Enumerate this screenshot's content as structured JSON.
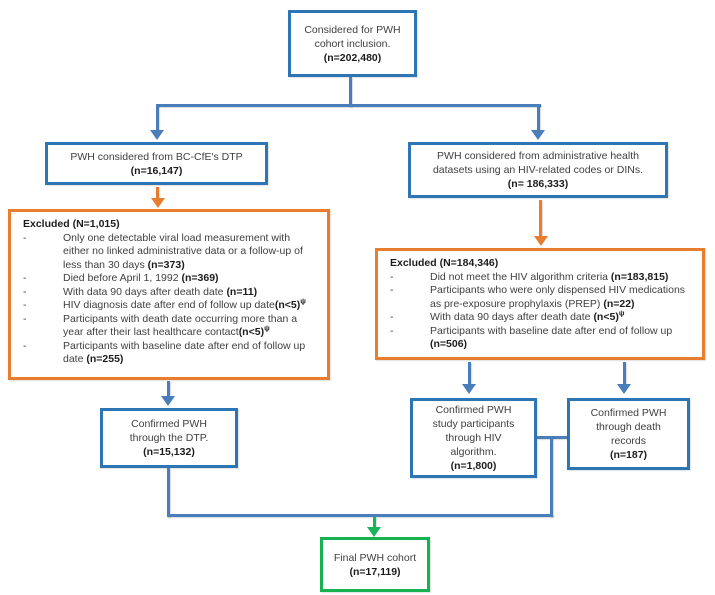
{
  "colors": {
    "box_blue": "#2E75B6",
    "line_blue": "#4A7EBB",
    "orange": "#E87D2E",
    "green": "#17B152",
    "text": "#404040"
  },
  "figure": {
    "bullet": "-",
    "nodes": {
      "top": {
        "lines": [
          "Considered for PWH",
          "cohort inclusion."
        ],
        "n": "(n=202,480)"
      },
      "branch_dtp": {
        "lines": [
          "PWH considered from BC-CfE's DTP"
        ],
        "n": "(n=16,147)"
      },
      "branch_admin": {
        "lines": [
          "PWH considered from administrative health",
          "datasets using an HIV-related codes or DINs."
        ],
        "n": "(n= 186,333)"
      },
      "excluded_dtp": {
        "title": "Excluded (N=1,015)",
        "items": [
          [
            {
              "t": "Only one detectable viral load measurement with either no linked administrative data or a follow-up of less than 30 days ",
              "b": false
            },
            {
              "t": "(n=373)",
              "b": true
            }
          ],
          [
            {
              "t": "Died before April 1, 1992 ",
              "b": false
            },
            {
              "t": "(n=369)",
              "b": true
            }
          ],
          [
            {
              "t": "With data 90 days after death date ",
              "b": false
            },
            {
              "t": "(n=11)",
              "b": true
            }
          ],
          [
            {
              "t": "HIV diagnosis date after end of follow up date",
              "b": false
            },
            {
              "t": "(n<5)",
              "b": true
            },
            {
              "t": "ψ",
              "b": true,
              "sup": true
            }
          ],
          [
            {
              "t": "Participants with death date occurring more than a year after their last healthcare contact",
              "b": false
            },
            {
              "t": "(n<5)",
              "b": true
            },
            {
              "t": "ψ",
              "b": true,
              "sup": true
            }
          ],
          [
            {
              "t": "Participants with baseline date after end of follow up date ",
              "b": false
            },
            {
              "t": "(n=255)",
              "b": true
            }
          ]
        ]
      },
      "excluded_admin": {
        "title": "Excluded (N=184,346)",
        "items": [
          [
            {
              "t": "Did not meet the HIV algorithm criteria ",
              "b": false
            },
            {
              "t": "(n=183,815)",
              "b": true
            }
          ],
          [
            {
              "t": "Participants who were only dispensed HIV medications as pre-exposure prophylaxis (PREP) ",
              "b": false
            },
            {
              "t": "(n=22)",
              "b": true
            }
          ],
          [
            {
              "t": "With data 90 days after death date ",
              "b": false
            },
            {
              "t": "(n<5)",
              "b": true
            },
            {
              "t": "ψ",
              "b": true,
              "sup": true
            }
          ],
          [
            {
              "t": "Participants with baseline date after end of follow up ",
              "b": false
            },
            {
              "t": "(n=506)",
              "b": true
            }
          ]
        ]
      },
      "confirmed_dtp": {
        "lines": [
          "Confirmed PWH",
          "through the DTP."
        ],
        "n": "(n=15,132)"
      },
      "confirmed_algorithm": {
        "lines": [
          "Confirmed PWH",
          "study participants",
          "through HIV",
          "algorithm."
        ],
        "n": "(n=1,800)"
      },
      "confirmed_death": {
        "lines": [
          "Confirmed PWH",
          "through death",
          "records"
        ],
        "n": "(n=187)"
      },
      "final": {
        "lines": [
          "Final PWH cohort"
        ],
        "n": "(n=17,119)"
      }
    }
  }
}
